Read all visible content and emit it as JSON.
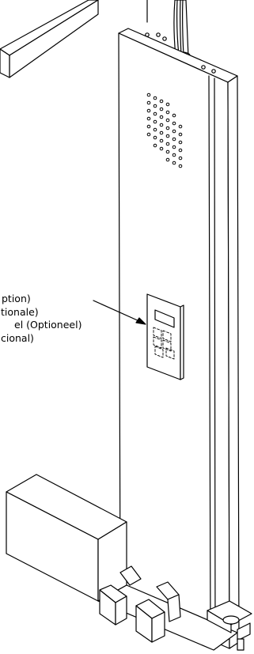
{
  "callout": {
    "lines": [
      "ption)",
      "tionale)",
      "el (Optioneel)",
      "cional)"
    ]
  }
}
